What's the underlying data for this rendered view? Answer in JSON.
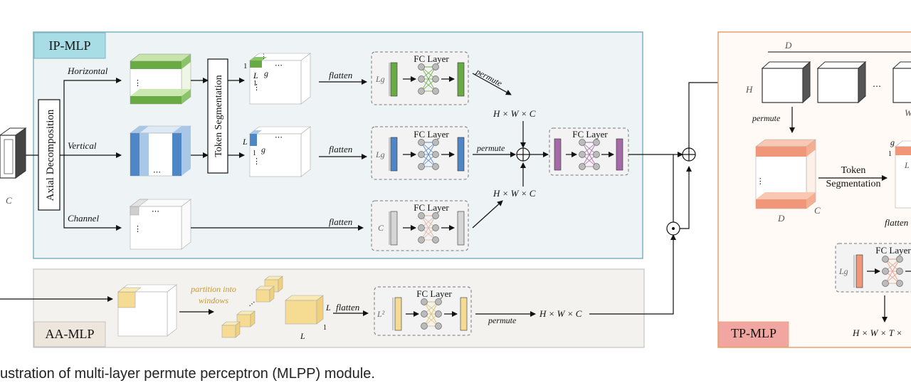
{
  "modules": {
    "ip_label": "IP-MLP",
    "aa_label": "AA-MLP",
    "tp_label": "TP-MLP"
  },
  "ip": {
    "axial_decomposition": "Axial Decomposition",
    "token_segmentation": "Token Segmentation",
    "branch_horizontal": "Horizontal",
    "branch_vertical": "Vertical",
    "branch_channel": "Channel",
    "L": "L",
    "g": "g",
    "one": "1",
    "flatten": "flatten",
    "fc_layer": "FC Layer",
    "Lg": "Lg",
    "C": "C",
    "permute": "permute",
    "hwc": "H × W × C",
    "dots": "⋯",
    "vdots": "⋮"
  },
  "input": {
    "C": "C"
  },
  "aa": {
    "partition_line1": "partition into",
    "partition_line2": "windows",
    "L": "L",
    "one": "1",
    "flatten": "flatten",
    "fc_layer": "FC Layer",
    "L2": "L²",
    "permute": "permute",
    "hwc": "H × W × C"
  },
  "tp": {
    "D": "D",
    "H": "H",
    "W": "W",
    "permute": "permute",
    "C": "C",
    "token_segmentation_line1": "Token",
    "token_segmentation_line2": "Segmentation",
    "g": "g",
    "one": "1",
    "L": "L",
    "flatten": "flatten",
    "fc_layer": "FC Layer",
    "Lg": "Lg",
    "hwtc": "H × W × T ×",
    "dots": "⋯"
  },
  "ops": {
    "add": "⊕",
    "mult": "⊙"
  },
  "caption": "ustration of multi-layer permute perceptron (MLPP) module.",
  "colors": {
    "ip_bg": "#eef4f6",
    "ip_border": "#7fb3c2",
    "ip_label_bg": "#a9dde6",
    "aa_bg": "#f4f2ee",
    "aa_label_bg": "#ece6dc",
    "tp_bg": "#fffaf6",
    "tp_border": "#e8a070",
    "tp_label_bg": "#f2a6a2",
    "green": "#6aaa45",
    "green_light": "#c5e6a8",
    "blue": "#4f86c6",
    "blue_light": "#a9c8e8",
    "gray_cell": "#cfcfcf",
    "purple": "#a36aa6",
    "yellow": "#f5dc92",
    "orange": "#f0977a",
    "orange_light": "#f9c7b2",
    "italic_gold": "#c8972a"
  }
}
